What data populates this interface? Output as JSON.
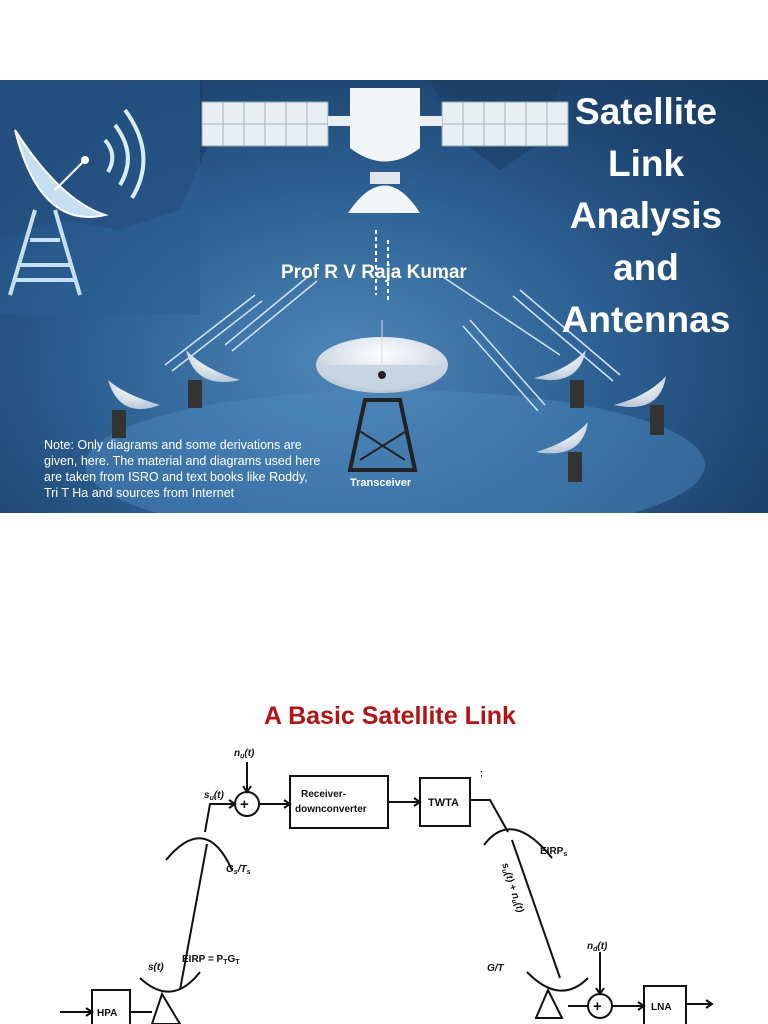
{
  "slide1": {
    "title_lines": [
      "Satellite",
      "Link",
      "Analysis",
      "and",
      "Antennas"
    ],
    "author": "Prof R V Raja Kumar",
    "note": "Note: Only diagrams and some derivations are given, here. The material and diagrams used here are taken from ISRO and text books like Roddy, Tri T Ha and sources from Internet",
    "transceiver_label": "Transceiver",
    "colors": {
      "background": "#2f6396",
      "title": "#ffffff"
    }
  },
  "slide2": {
    "title": "A Basic Satellite Link",
    "title_color": "#b01414",
    "diagram": {
      "noise_uplink": "n",
      "noise_uplink_sub": "u",
      "noise_uplink_arg": "(t)",
      "signal_uplink": "s",
      "signal_uplink_sub": "u",
      "signal_uplink_arg": "(t)",
      "receiver_line1": "Receiver-",
      "receiver_line2": "downconverter",
      "twta": "TWTA",
      "gt_label": "G",
      "gt_sub": "s",
      "gt_div": "/T",
      "gt_sub2": "s",
      "eirp_sat": "EIRP",
      "eirp_sat_sub": "s",
      "downlink_signal": "s",
      "downlink_signal_sub": "u",
      "downlink_signal_rest": "(t) + n",
      "downlink_signal_sub2": "u",
      "downlink_signal_end": "(t)",
      "signal_earth": "s(t)",
      "eirp_earth": "EIRP = P",
      "eirp_earth_sub1": "T",
      "eirp_earth_g": "G",
      "eirp_earth_sub2": "T",
      "gt_earth": "G/T",
      "noise_down": "n",
      "noise_down_sub": "d",
      "noise_down_arg": "(t)",
      "hpa": "HPA",
      "lna": "LNA",
      "adder_symbol": "+",
      "stray_mark": ";"
    }
  }
}
